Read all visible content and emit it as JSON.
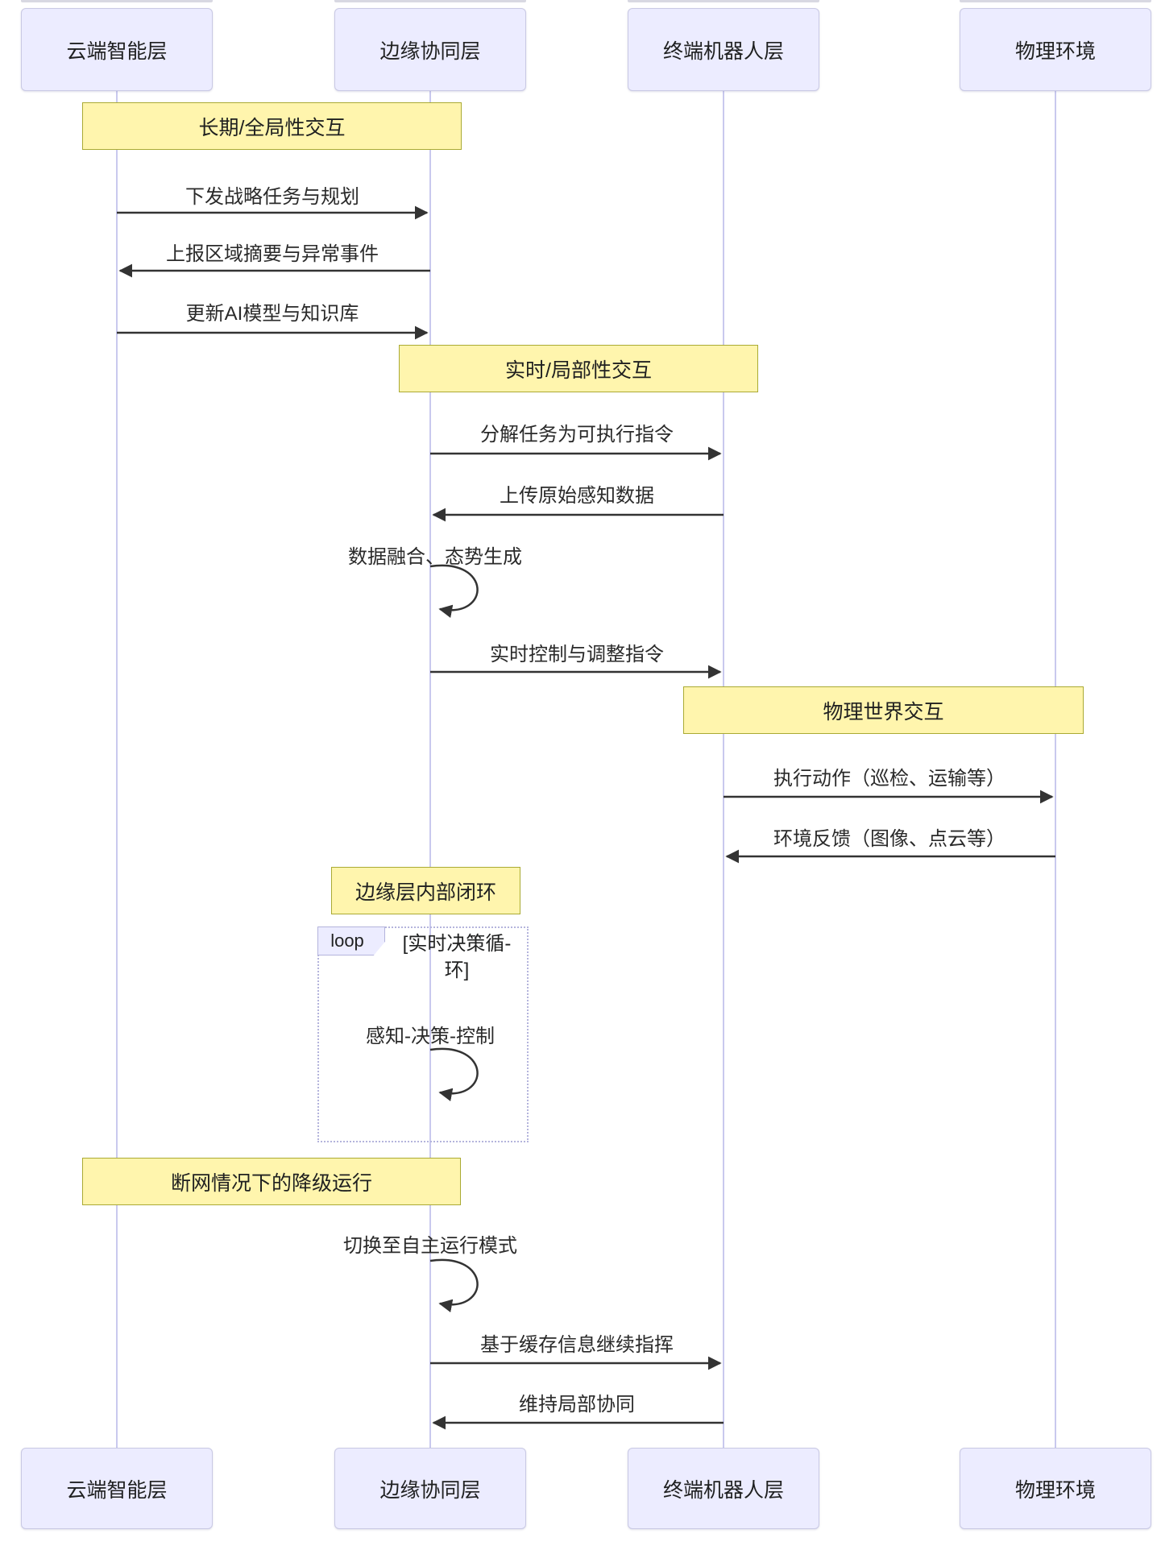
{
  "diagram": {
    "type": "sequence",
    "participants": [
      {
        "id": "cloud",
        "label": "云端智能层"
      },
      {
        "id": "edge",
        "label": "边缘协同层"
      },
      {
        "id": "robot",
        "label": "终端机器人层"
      },
      {
        "id": "env",
        "label": "物理环境"
      }
    ],
    "notes": [
      {
        "over": [
          "cloud",
          "edge"
        ],
        "label": "长期/全局性交互"
      },
      {
        "over": [
          "edge",
          "robot"
        ],
        "label": "实时/局部性交互"
      },
      {
        "over": [
          "robot",
          "env"
        ],
        "label": "物理世界交互"
      },
      {
        "over": [
          "edge"
        ],
        "label": "边缘层内部闭环"
      },
      {
        "over": [
          "cloud",
          "edge"
        ],
        "label": "断网情况下的降级运行"
      }
    ],
    "loop": {
      "keyword": "loop",
      "condition": "[实时决策循-\n环]"
    },
    "messages": [
      {
        "from": "cloud",
        "to": "edge",
        "type": "solid",
        "label": "下发战略任务与规划"
      },
      {
        "from": "edge",
        "to": "cloud",
        "type": "solid",
        "label": "上报区域摘要与异常事件"
      },
      {
        "from": "cloud",
        "to": "edge",
        "type": "solid",
        "label": "更新AI模型与知识库"
      },
      {
        "from": "edge",
        "to": "robot",
        "type": "solid",
        "label": "分解任务为可执行指令"
      },
      {
        "from": "robot",
        "to": "edge",
        "type": "solid",
        "label": "上传原始感知数据"
      },
      {
        "from": "edge",
        "to": "edge",
        "type": "self",
        "label": "数据融合、态势生成"
      },
      {
        "from": "edge",
        "to": "robot",
        "type": "solid",
        "label": "实时控制与调整指令"
      },
      {
        "from": "robot",
        "to": "env",
        "type": "solid",
        "label": "执行动作（巡检、运输等）"
      },
      {
        "from": "env",
        "to": "robot",
        "type": "solid",
        "label": "环境反馈（图像、点云等）"
      },
      {
        "from": "edge",
        "to": "edge",
        "type": "self",
        "in_loop": true,
        "label": "感知-决策-控制"
      },
      {
        "from": "edge",
        "to": "edge",
        "type": "self",
        "label": "切换至自主运行模式"
      },
      {
        "from": "edge",
        "to": "robot",
        "type": "solid",
        "label": "基于缓存信息继续指挥"
      },
      {
        "from": "robot",
        "to": "edge",
        "type": "solid",
        "label": "维持局部协同"
      }
    ],
    "colors": {
      "actor_fill": "#ECECFF",
      "actor_border": "#C9C9E4",
      "note_fill": "#FFF5AD",
      "note_border": "#AAAA33",
      "lifeline": "#C9C9EE",
      "arrow": "#333333",
      "loop_border": "#B4B4DC",
      "text": "#1F2020"
    }
  }
}
